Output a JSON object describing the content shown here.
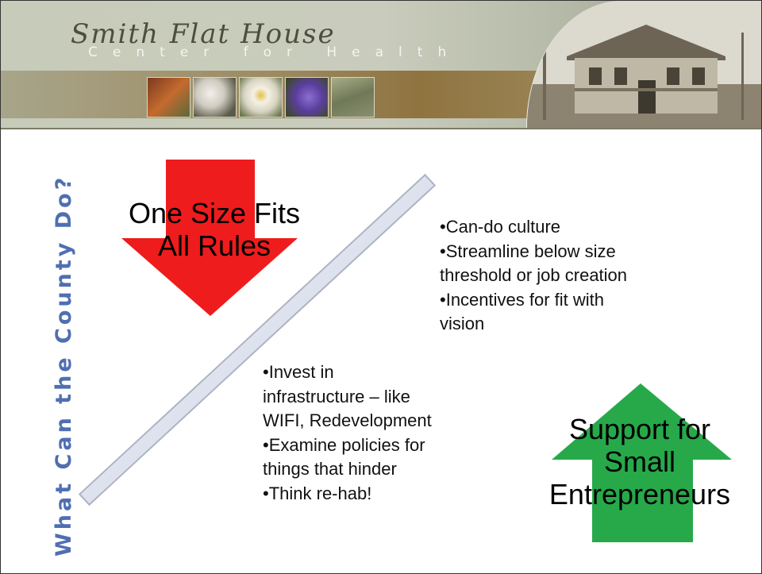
{
  "header": {
    "title": "Smith Flat House",
    "subtitle": "Center for Health",
    "thumbnails": [
      {
        "name": "autumn-leaves",
        "color": "#9a4b2a"
      },
      {
        "name": "white-flowers",
        "color": "#d8d6cf"
      },
      {
        "name": "daisy",
        "color": "#e9e4c6"
      },
      {
        "name": "purple-flower",
        "color": "#6b4fa6"
      },
      {
        "name": "grass",
        "color": "#7d8660"
      }
    ]
  },
  "side_title": "What Can the County Do?",
  "red_arrow": {
    "label_line1": "One Size Fits",
    "label_line2": "All Rules",
    "color": "#ee1c1c"
  },
  "green_arrow": {
    "label_line1": "Support for",
    "label_line2": "Small",
    "label_line3": "Entrepreneurs",
    "color": "#27a94a"
  },
  "upper_bullets": [
    "•Can-do culture",
    "•Streamline below size",
    "threshold or job creation",
    "•Incentives for fit with",
    "vision"
  ],
  "lower_bullets": [
    "•Invest in",
    "infrastructure – like",
    "WIFI, Redevelopment",
    "•Examine policies for",
    "things that hinder",
    "•Think re-hab!"
  ]
}
